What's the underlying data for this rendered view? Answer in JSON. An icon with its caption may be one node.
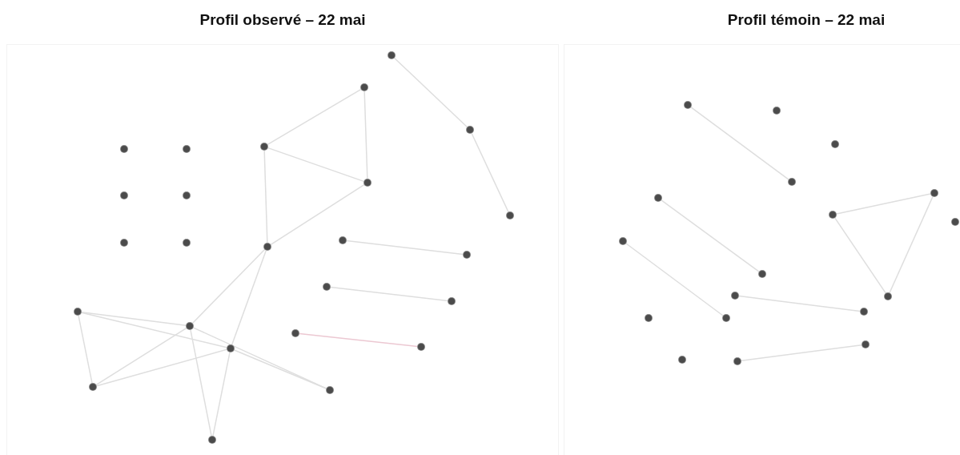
{
  "diagram": {
    "labels": [
      "Profil observé – 22 mai",
      "Profil témoin – 22 mai"
    ],
    "nodes": [
      {
        "text": [],
        "shape": "circle"
      },
      {
        "text": [],
        "shape": "circle"
      },
      {
        "text": [],
        "shape": "circle"
      },
      {
        "text": [],
        "shape": "circle"
      },
      {
        "text": [],
        "shape": "circle"
      },
      {
        "text": [],
        "shape": "circle"
      },
      {
        "text": [],
        "shape": "circle"
      },
      {
        "text": [],
        "shape": "circle"
      },
      {
        "text": [],
        "shape": "circle"
      },
      {
        "text": [],
        "shape": "circle"
      },
      {
        "text": [],
        "shape": "circle"
      },
      {
        "text": [],
        "shape": "circle"
      },
      {
        "text": [],
        "shape": "circle"
      },
      {
        "text": [],
        "shape": "circle"
      },
      {
        "text": [],
        "shape": "circle"
      },
      {
        "text": [],
        "shape": "circle"
      },
      {
        "text": [],
        "shape": "circle"
      },
      {
        "text": [],
        "shape": "circle"
      },
      {
        "text": [],
        "shape": "circle"
      },
      {
        "text": [],
        "shape": "circle"
      },
      {
        "text": [],
        "shape": "circle"
      },
      {
        "text": [],
        "shape": "circle"
      },
      {
        "text": [],
        "shape": "circle"
      },
      {
        "text": [],
        "shape": "circle"
      },
      {
        "text": [],
        "shape": "circle"
      },
      {
        "text": [],
        "shape": "circle"
      },
      {
        "text": [],
        "shape": "circle"
      },
      {
        "text": [],
        "shape": "circle"
      },
      {
        "text": [],
        "shape": "circle"
      },
      {
        "text": [],
        "shape": "circle"
      },
      {
        "text": [],
        "shape": "circle"
      },
      {
        "text": [],
        "shape": "circle"
      },
      {
        "text": [],
        "shape": "circle"
      },
      {
        "text": [],
        "shape": "circle"
      },
      {
        "text": [],
        "shape": "circle"
      },
      {
        "text": [],
        "shape": "circle"
      },
      {
        "text": [],
        "shape": "circle"
      },
      {
        "text": [],
        "shape": "circle"
      },
      {
        "text": [],
        "shape": "circle"
      },
      {
        "text": [],
        "shape": "circle"
      },
      {
        "text": [],
        "shape": "circle"
      },
      {
        "text": [],
        "shape": "circle"
      },
      {
        "text": [],
        "shape": "circle"
      }
    ],
    "edges": [
      {
        "from": 0,
        "to": 2,
        "arrow": "none"
      },
      {
        "from": 2,
        "to": 9,
        "arrow": "none"
      },
      {
        "from": 1,
        "to": 3,
        "arrow": "none"
      },
      {
        "from": 1,
        "to": 6,
        "arrow": "none"
      },
      {
        "from": 3,
        "to": 6,
        "arrow": "none"
      },
      {
        "from": 3,
        "to": 13,
        "arrow": "none"
      },
      {
        "from": 6,
        "to": 13,
        "arrow": "none"
      },
      {
        "from": 10,
        "to": 14,
        "arrow": "none"
      },
      {
        "from": 15,
        "to": 16,
        "arrow": "none"
      },
      {
        "from": 19,
        "to": 20,
        "arrow": "none",
        "color": "#ecc8d2"
      },
      {
        "from": 13,
        "to": 18,
        "arrow": "none"
      },
      {
        "from": 13,
        "to": 21,
        "arrow": "none"
      },
      {
        "from": 17,
        "to": 18,
        "arrow": "none"
      },
      {
        "from": 17,
        "to": 21,
        "arrow": "none"
      },
      {
        "from": 17,
        "to": 22,
        "arrow": "none"
      },
      {
        "from": 18,
        "to": 22,
        "arrow": "none"
      },
      {
        "from": 21,
        "to": 22,
        "arrow": "none"
      },
      {
        "from": 18,
        "to": 23,
        "arrow": "none"
      },
      {
        "from": 21,
        "to": 23,
        "arrow": "none"
      },
      {
        "from": 18,
        "to": 24,
        "arrow": "none"
      },
      {
        "from": 21,
        "to": 24,
        "arrow": "none"
      },
      {
        "from": 25,
        "to": 28,
        "arrow": "none"
      },
      {
        "from": 30,
        "to": 34,
        "arrow": "none"
      },
      {
        "from": 33,
        "to": 39,
        "arrow": "none"
      },
      {
        "from": 31,
        "to": 29,
        "arrow": "none"
      },
      {
        "from": 31,
        "to": 36,
        "arrow": "none"
      },
      {
        "from": 29,
        "to": 36,
        "arrow": "none"
      },
      {
        "from": 35,
        "to": 37,
        "arrow": "none"
      },
      {
        "from": 42,
        "to": 40,
        "arrow": "none"
      }
    ]
  }
}
